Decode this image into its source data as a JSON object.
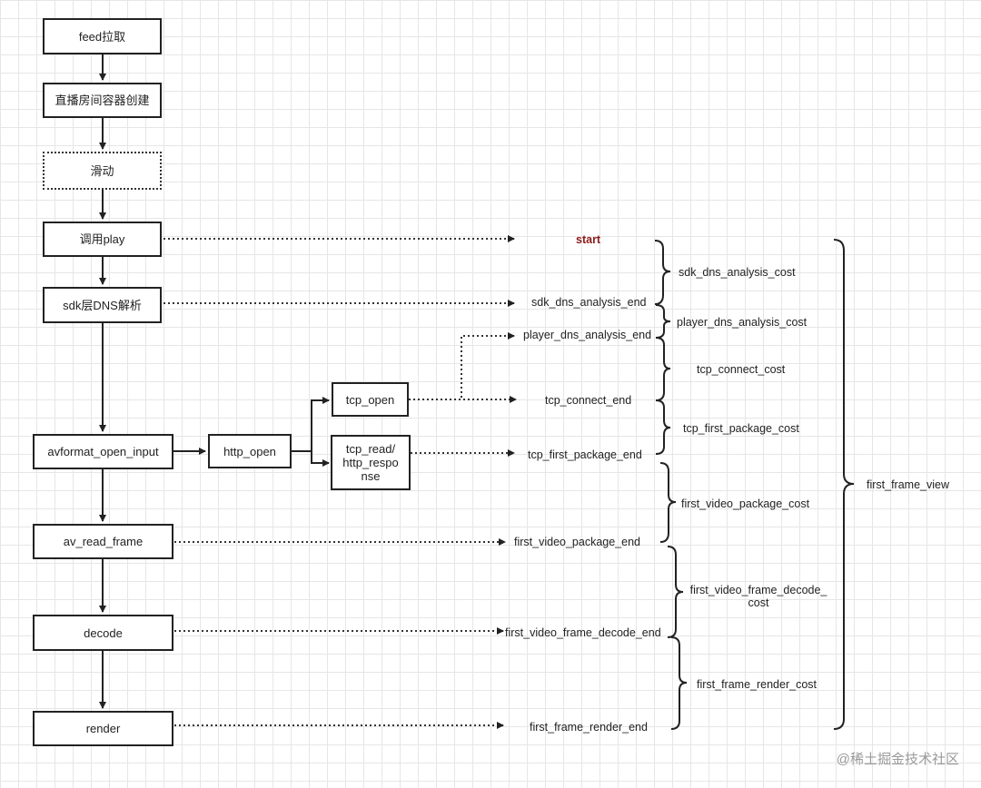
{
  "nodes": {
    "feed": "feed拉取",
    "container": "直播房间容器创建",
    "slide": "滑动",
    "play": "调用play",
    "sdk_dns": "sdk层DNS解析",
    "avformat": "avformat_open_input",
    "http_open": "http_open",
    "tcp_open": "tcp_open",
    "tcp_read": "tcp_read/\nhttp_respo\nnse",
    "av_read_frame": "av_read_frame",
    "decode": "decode",
    "render": "render"
  },
  "events": {
    "start": "start",
    "sdk_dns_analysis_end": "sdk_dns_analysis_end",
    "player_dns_analysis_end": "player_dns_analysis_end",
    "tcp_connect_end": "tcp_connect_end",
    "tcp_first_package_end": "tcp_first_package_end",
    "first_video_package_end": "first_video_package_end",
    "first_video_frame_decode_end": "first_video_frame_decode_end",
    "first_frame_render_end": "first_frame_render_end"
  },
  "costs": {
    "sdk_dns_analysis_cost": "sdk_dns_analysis_cost",
    "player_dns_analysis_cost": "player_dns_analysis_cost",
    "tcp_connect_cost": "tcp_connect_cost",
    "tcp_first_package_cost": "tcp_first_package_cost",
    "first_video_package_cost": "first_video_package_cost",
    "first_video_frame_decode_cost": "first_video_frame_decode_\ncost",
    "first_frame_render_cost": "first_frame_render_cost",
    "first_frame_view": "first_frame_view"
  },
  "watermark": "@稀土掘金技术社区",
  "colors": {
    "line": "#222222",
    "start_label": "#8b1a1a",
    "grid": "#e6e6e6"
  }
}
